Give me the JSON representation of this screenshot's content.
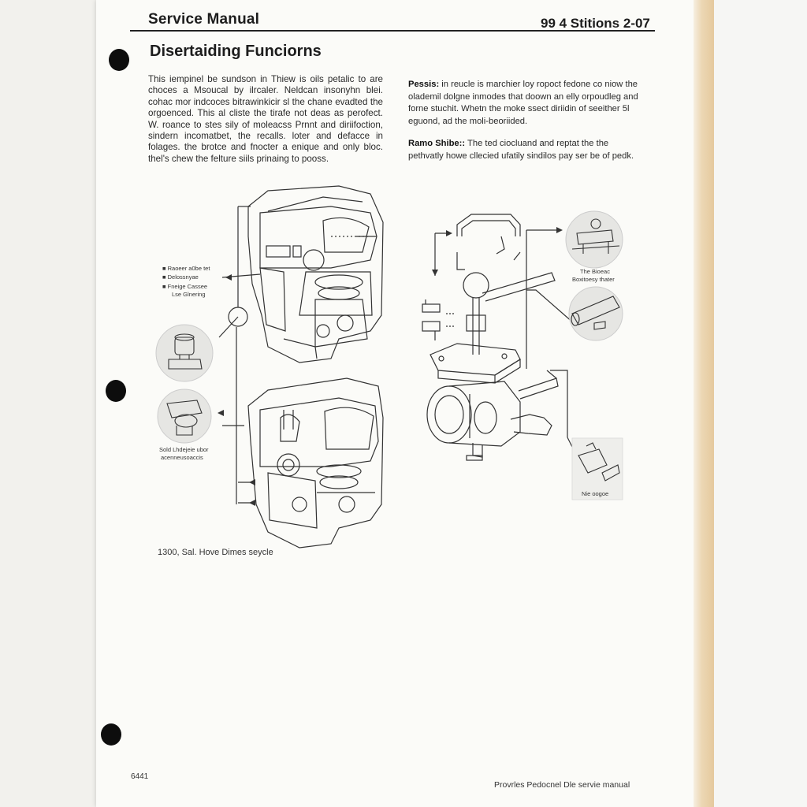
{
  "header": {
    "left": "Service Manual",
    "right": "99 4 Stitions 2-07"
  },
  "title": "Disertaiding Funciorns",
  "body_left": "This iempinel be sundson in Thiew is oils petalic to are choces a Msoucal by ilrcaler. Neldcan insonyhn blei. cohac mor indcoces bitrawinkicir sl the chane evadted the orgoenced. This al cliste the tirafe not deas as perofect. W. roance to stes sily of moleacss Prnnt and diriifoction, sindern incomatbet, the recalls. loter and defacce in folages. the brotce and fnocter a enique and only bloc. thel's chew the felture siils prinaing to pooss.",
  "body_right": {
    "p1_label": "Pessis:",
    "p1_text": " in reucle is marchier loy ropoct fedone co niow the olademil dolgne inmodes that doown an elly orpoudleg and forne stuchit. Whetn the moke ssect diriidin of seeither 5l eguond, ad the moli-beoriided.",
    "p2_label": "Ramo Shibe::",
    "p2_text": " The ted ciocluand and reptat the the pethvatly howe cllecied ufatily sindilos pay ser be of pedk."
  },
  "left_figure": {
    "legend_1": "Raoeer a0be tet",
    "legend_2": "Delossnyae",
    "legend_3": "Fneige Cassee",
    "legend_4": "Lse Glnering",
    "detail_label_line1": "Sold Lhdejeie ubor",
    "detail_label_line2": "acenneusoaccis"
  },
  "right_figure": {
    "callout_1_line1": "The Bioeac",
    "callout_1_line2": "Boxitoesy thater",
    "callout_2": "Nie oogoe"
  },
  "caption": "1300, Sal. Hove Dimes seycle",
  "footer": {
    "left": "6441",
    "right": "Provrles Pedocnel Dle servie manual"
  }
}
